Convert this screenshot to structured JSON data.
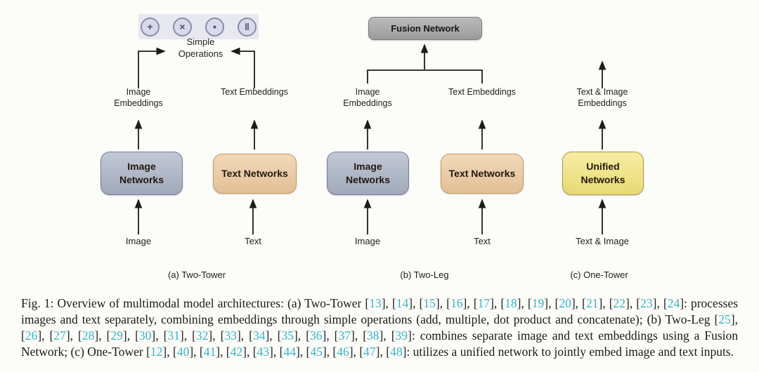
{
  "figure": {
    "colors": {
      "image_network_fill": "#aab3c6",
      "image_network_border": "#73809d",
      "text_network_fill": "#edca9f",
      "text_network_border": "#c6975e",
      "unified_network_fill": "#f4e57c",
      "unified_network_border": "#aa9a4c",
      "fusion_fill": "#a8a8a8",
      "fusion_border": "#7d7d7d",
      "ops_strip_bg": "#e8e8f1",
      "op_circle_fill": "#d9d9e9",
      "op_circle_border": "#8a8aab",
      "op_glyph": "#4c4c70"
    },
    "panel_a": {
      "label": "(a) Two-Tower",
      "operations_label": "Simple Operations",
      "operation_icons": [
        {
          "name": "add-icon",
          "glyph": "+"
        },
        {
          "name": "multiply-icon",
          "glyph": "×"
        },
        {
          "name": "dot-product-icon",
          "glyph": "•"
        },
        {
          "name": "concatenate-icon",
          "glyph": "‖"
        }
      ],
      "left_embedding_label": "Image Embeddings",
      "right_embedding_label": "Text Embeddings",
      "left_network_label": "Image Networks",
      "right_network_label": "Text Networks",
      "left_input_label": "Image",
      "right_input_label": "Text"
    },
    "panel_b": {
      "label": "(b) Two-Leg",
      "fusion_label": "Fusion Network",
      "left_embedding_label": "Image Embeddings",
      "right_embedding_label": "Text Embeddings",
      "left_network_label": "Image Networks",
      "right_network_label": "Text Networks",
      "left_input_label": "Image",
      "right_input_label": "Text"
    },
    "panel_c": {
      "label": "(c) One-Tower",
      "embedding_label": "Text & Image Embeddings",
      "network_label": "Unified Networks",
      "input_label": "Text & Image"
    }
  },
  "caption": {
    "citation_color": "#35b5c8",
    "parts": [
      {
        "text": "Fig. 1: Overview of multimodal model architectures: (a) Two-Tower ",
        "citations": [
          "13",
          "14",
          "15",
          "16",
          "17",
          "18",
          "19",
          "20",
          "21",
          "22",
          "23",
          "24"
        ]
      },
      {
        "text": ": processes images and text separately, combining embeddings through simple operations (add, multiple, dot product and concatenate); (b) Two-Leg ",
        "citations": [
          "25",
          "26",
          "27",
          "28",
          "29",
          "30",
          "31",
          "32",
          "33",
          "34",
          "35",
          "36",
          "37",
          "38",
          "39"
        ]
      },
      {
        "text": ": combines separate image and text embeddings using a Fusion Network; (c) One-Tower ",
        "citations": [
          "12",
          "40",
          "41",
          "42",
          "43",
          "44",
          "45",
          "46",
          "47",
          "48"
        ]
      },
      {
        "text": ": utilizes a unified network to jointly embed image and text inputs.",
        "citations": []
      }
    ]
  }
}
